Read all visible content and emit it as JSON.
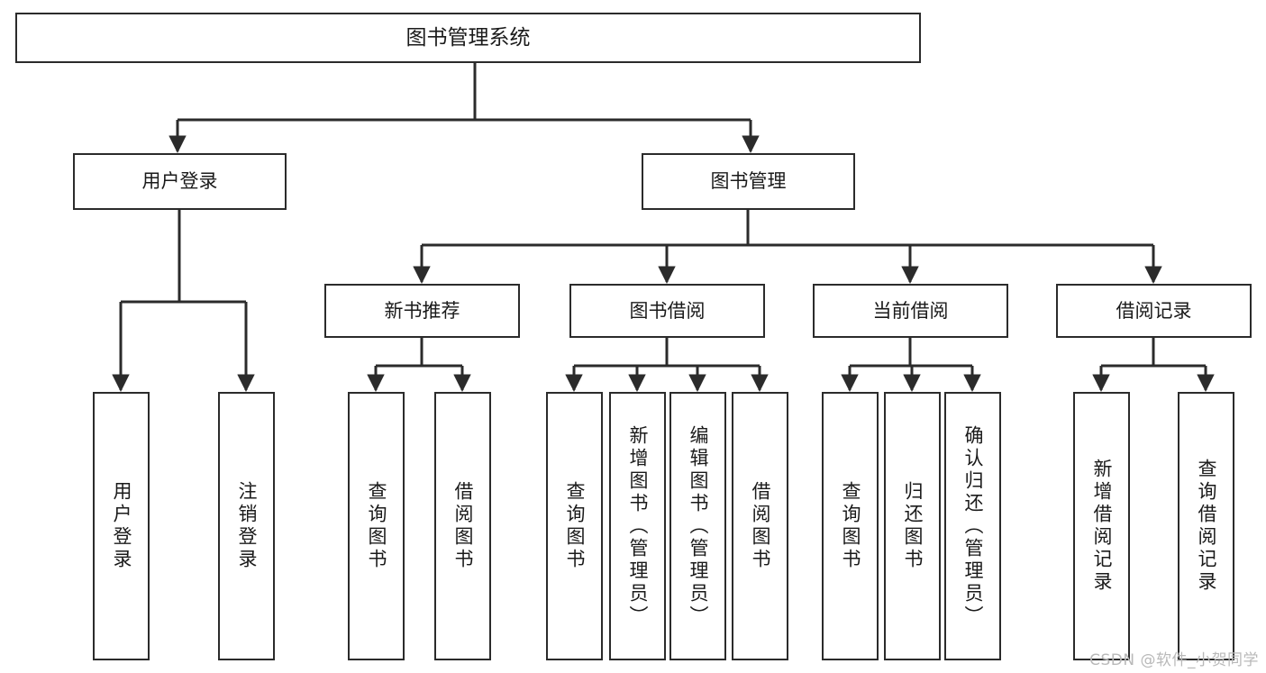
{
  "diagram": {
    "title": "图书管理系统",
    "watermark": "CSDN @软件_小贺同学",
    "type": "tree-hierarchy-chart",
    "root": {
      "id": "root",
      "label": "图书管理系统"
    },
    "level1": [
      {
        "id": "user-login",
        "label": "用户登录"
      },
      {
        "id": "book-management",
        "label": "图书管理"
      }
    ],
    "level2": [
      {
        "id": "new-book-recommend",
        "label": "新书推荐",
        "parent": "book-management"
      },
      {
        "id": "book-borrow",
        "label": "图书借阅",
        "parent": "book-management"
      },
      {
        "id": "current-borrow",
        "label": "当前借阅",
        "parent": "book-management"
      },
      {
        "id": "borrow-record",
        "label": "借阅记录",
        "parent": "book-management"
      }
    ],
    "leaves": [
      {
        "id": "leaf-user-login",
        "label": "用户登录",
        "parent": "user-login"
      },
      {
        "id": "leaf-logout-login",
        "label": "注销登录",
        "parent": "user-login"
      },
      {
        "id": "leaf-query-book-1",
        "label": "查询图书",
        "parent": "new-book-recommend"
      },
      {
        "id": "leaf-borrow-book-1",
        "label": "借阅图书",
        "parent": "new-book-recommend"
      },
      {
        "id": "leaf-query-book-2",
        "label": "查询图书",
        "parent": "book-borrow"
      },
      {
        "id": "leaf-add-book",
        "label": "新增图书（管理员）",
        "parent": "book-borrow"
      },
      {
        "id": "leaf-edit-book",
        "label": "编辑图书（管理员）",
        "parent": "book-borrow"
      },
      {
        "id": "leaf-borrow-book-2",
        "label": "借阅图书",
        "parent": "book-borrow"
      },
      {
        "id": "leaf-query-book-3",
        "label": "查询图书",
        "parent": "current-borrow"
      },
      {
        "id": "leaf-return-book",
        "label": "归还图书",
        "parent": "current-borrow"
      },
      {
        "id": "leaf-confirm-return",
        "label": "确认归还（管理员）",
        "parent": "current-borrow"
      },
      {
        "id": "leaf-add-record",
        "label": "新增借阅记录",
        "parent": "borrow-record"
      },
      {
        "id": "leaf-query-record",
        "label": "查询借阅记录",
        "parent": "borrow-record"
      }
    ],
    "colors": {
      "stroke": "#2b2b2b",
      "fill": "#ffffff",
      "text": "#1a1a1a",
      "watermark": "#b9b9b9"
    }
  }
}
